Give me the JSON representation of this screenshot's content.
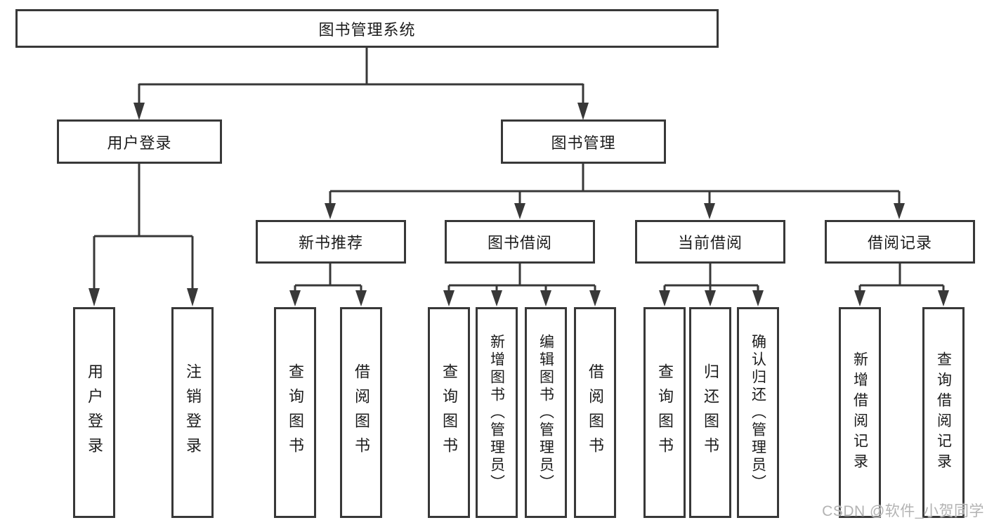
{
  "diagram": {
    "nodes": {
      "root": "图书管理系统",
      "login": "用户登录",
      "manage": "图书管理",
      "recommend": "新书推荐",
      "borrow": "图书借阅",
      "current": "当前借阅",
      "records": "借阅记录",
      "login_children": [
        "用户登录",
        "注销登录"
      ],
      "recommend_children": [
        "查询图书",
        "借阅图书"
      ],
      "borrow_children": [
        "查询图书",
        "新增图书（管理员）",
        "编辑图书（管理员）",
        "借阅图书"
      ],
      "current_children": [
        "查询图书",
        "归还图书",
        "确认归还（管理员）"
      ],
      "records_children": [
        "新增借阅记录",
        "查询借阅记录"
      ]
    },
    "colors": {
      "line": "#383838",
      "text": "#1c1c1c",
      "watermark_text": "#b3b3b3",
      "background": "#ffffff"
    }
  },
  "watermark": "CSDN @软件_小贺同学"
}
